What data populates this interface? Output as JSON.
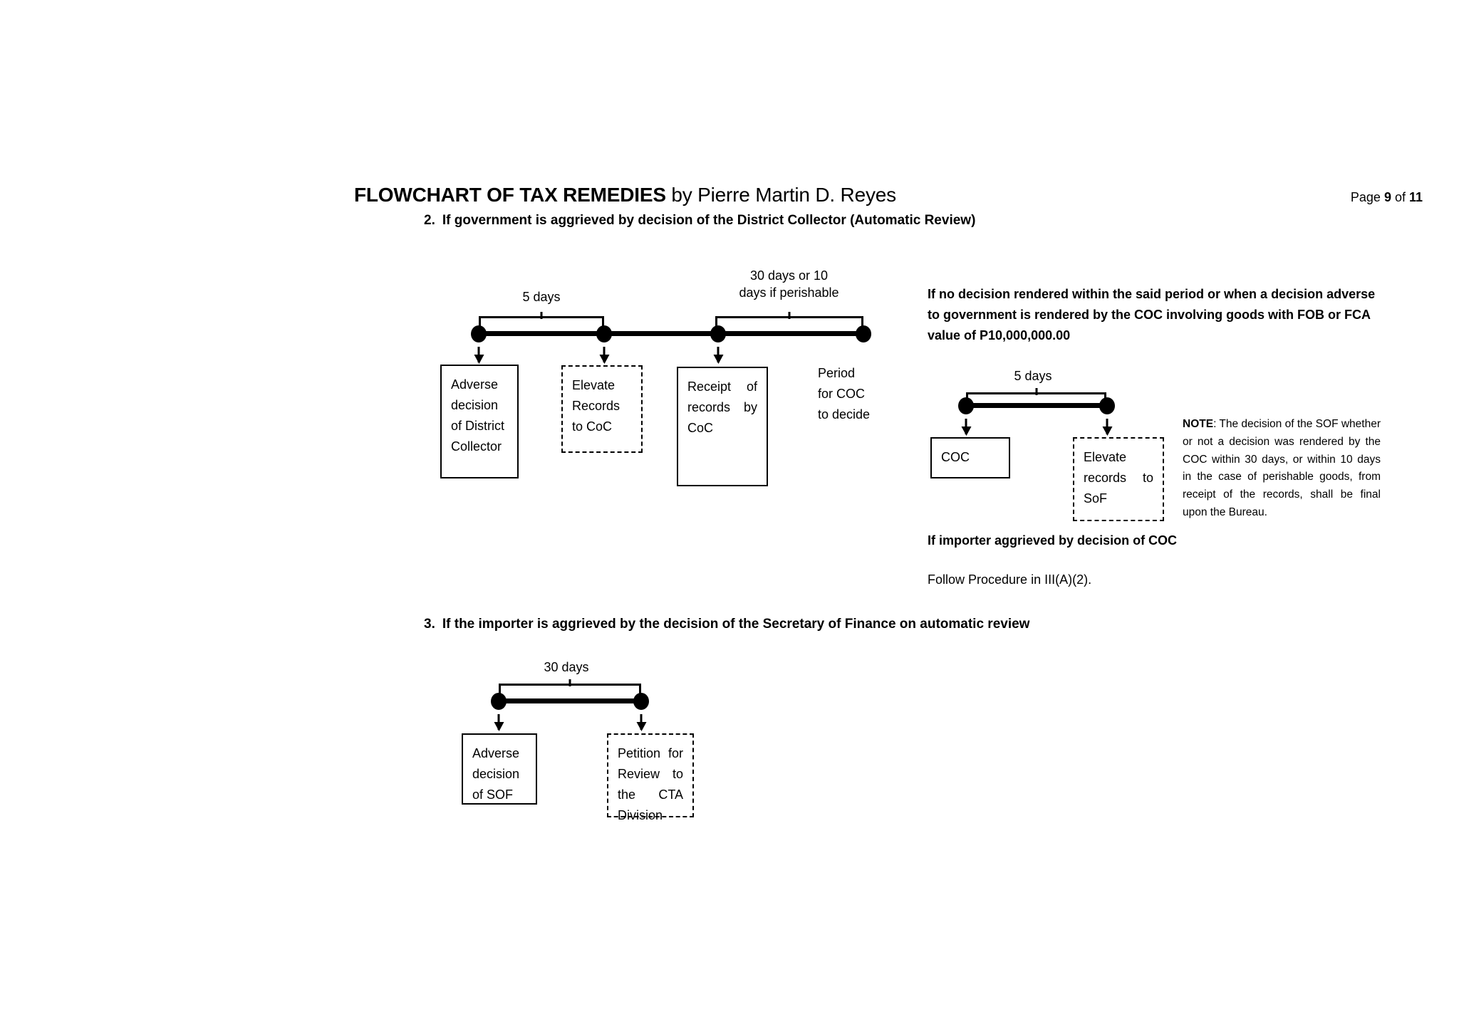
{
  "header": {
    "title_bold": "FLOWCHART OF TAX REMEDIES",
    "title_rest": " by Pierre Martin D. Reyes",
    "page_label_prefix": "Page ",
    "page_current": "9",
    "page_middle": " of ",
    "page_total": "11"
  },
  "sections": {
    "two": {
      "number": "2.",
      "heading": "If government is aggrieved by decision of the District Collector (Automatic Review)"
    },
    "three": {
      "number": "3.",
      "heading": "If the importer is aggrieved by the decision of the Secretary of Finance on automatic review"
    }
  },
  "timeline_1": {
    "brackets": [
      {
        "label": "5 days"
      },
      {
        "label": "30 days or 10\ndays if perishable"
      }
    ],
    "boxes": [
      {
        "style": "solid",
        "lines": [
          "Adverse",
          "decision",
          "of District",
          "Collector"
        ]
      },
      {
        "style": "dashed",
        "lines": [
          "Elevate",
          "Records",
          "to CoC"
        ]
      },
      {
        "style": "solid-justify",
        "lines": [
          "Receipt      of",
          "records    by",
          "CoC"
        ]
      }
    ],
    "trailing_text": {
      "lines": [
        "Period",
        "for    COC",
        "to decide"
      ]
    }
  },
  "right_column": {
    "intro_paragraph": "If no decision rendered within the said period or when a decision adverse to government is rendered by the COC involving goods with FOB or FCA value of P10,000,000.00",
    "timeline_bracket_label": "5 days",
    "boxes": [
      {
        "style": "solid",
        "lines": [
          "COC"
        ]
      },
      {
        "style": "dashed-justify",
        "lines": [
          "Elevate",
          "records    to",
          "SoF"
        ]
      }
    ],
    "note": {
      "label": "NOTE",
      "body": ": The decision of the SOF whether or not a decision was rendered by the COC within 30 days, or within 10 days in the case of perishable goods, from receipt of the records, shall be final upon the Bureau."
    },
    "importer_heading": "If importer aggrieved by decision of COC",
    "importer_body": "Follow Procedure in III(A)(2)."
  },
  "timeline_3": {
    "bracket_label": "30 days",
    "boxes": [
      {
        "style": "solid",
        "lines": [
          "Adverse",
          "decision",
          "of SOF"
        ]
      },
      {
        "style": "dashed-justify",
        "lines": [
          "Petition  for",
          "Review     to",
          "the        CTA",
          "Division"
        ]
      }
    ]
  }
}
